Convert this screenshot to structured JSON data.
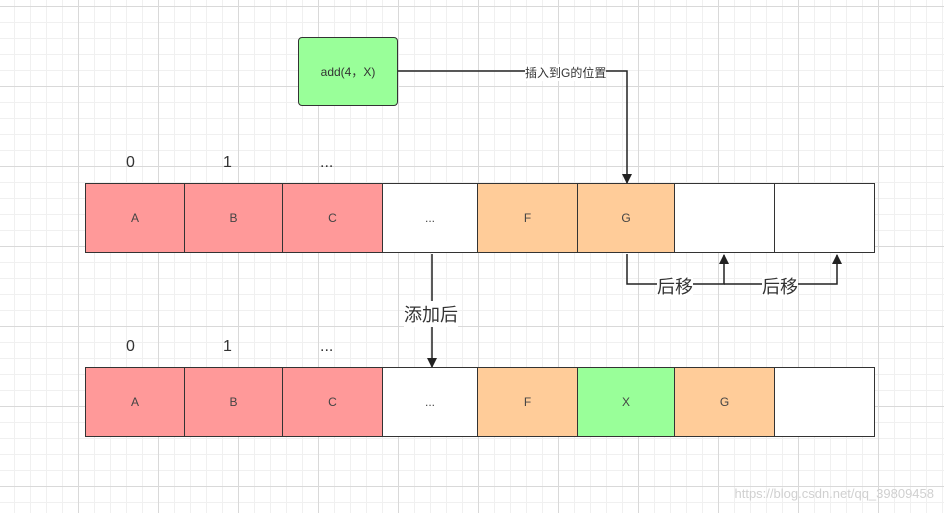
{
  "operation": {
    "label": "add(4，X)",
    "color": "#99ff99"
  },
  "arrow_labels": {
    "insert": "插入到G的位置",
    "after_add": "添加后",
    "shift1": "后移",
    "shift2": "后移"
  },
  "row1": {
    "indices": [
      "0",
      "1",
      "..."
    ],
    "cells": [
      {
        "text": "A",
        "color": "#ff9999"
      },
      {
        "text": "B",
        "color": "#ff9999"
      },
      {
        "text": "C",
        "color": "#ff9999"
      },
      {
        "text": "...",
        "color": "#ffffff"
      },
      {
        "text": "F",
        "color": "#ffcc99"
      },
      {
        "text": "G",
        "color": "#ffcc99"
      },
      {
        "text": "",
        "color": "#ffffff"
      },
      {
        "text": "",
        "color": "#ffffff"
      }
    ]
  },
  "row2": {
    "indices": [
      "0",
      "1",
      "..."
    ],
    "cells": [
      {
        "text": "A",
        "color": "#ff9999"
      },
      {
        "text": "B",
        "color": "#ff9999"
      },
      {
        "text": "C",
        "color": "#ff9999"
      },
      {
        "text": "...",
        "color": "#ffffff"
      },
      {
        "text": "F",
        "color": "#ffcc99"
      },
      {
        "text": "X",
        "color": "#99ff99"
      },
      {
        "text": "G",
        "color": "#ffcc99"
      },
      {
        "text": "",
        "color": "#ffffff"
      }
    ]
  },
  "watermark": "https://blog.csdn.net/qq_39809458"
}
